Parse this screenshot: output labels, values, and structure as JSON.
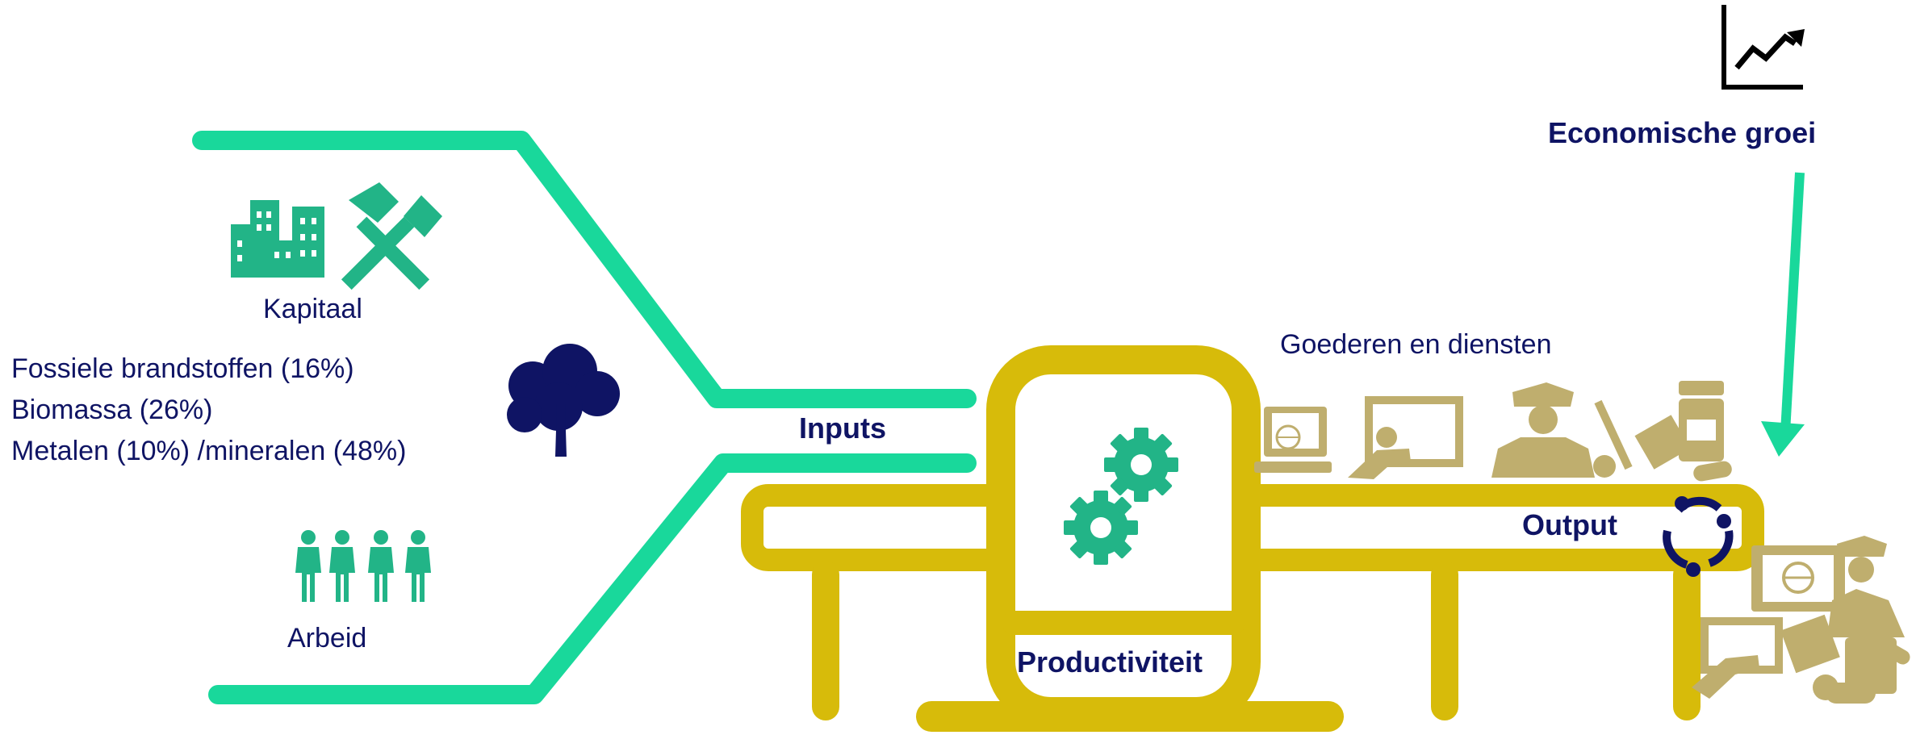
{
  "labels": {
    "capital": "Kapitaal",
    "labour": "Arbeid",
    "inputs": "Inputs",
    "productivity": "Productiviteit",
    "goods_services": "Goederen en diensten",
    "output": "Output",
    "economic_growth": "Economische groei"
  },
  "resources": [
    "Fossiele brandstoffen (16%)",
    "Biomassa (26%)",
    "Metalen (10%) /mineralen (48%)"
  ],
  "colors": {
    "green": "#19d89b",
    "icon_green": "#22b487",
    "gold": "#d7bb0a",
    "tan": "#bfae6e",
    "navy": "#0f1464"
  },
  "icons": [
    "buildings-icon",
    "hammer-icon",
    "tree-icon",
    "people-icon",
    "gears-icon",
    "recycle-icon",
    "growth-chart-icon",
    "computer-icon",
    "teacher-icon",
    "police-icon",
    "cart-icon",
    "medicine-icon"
  ]
}
